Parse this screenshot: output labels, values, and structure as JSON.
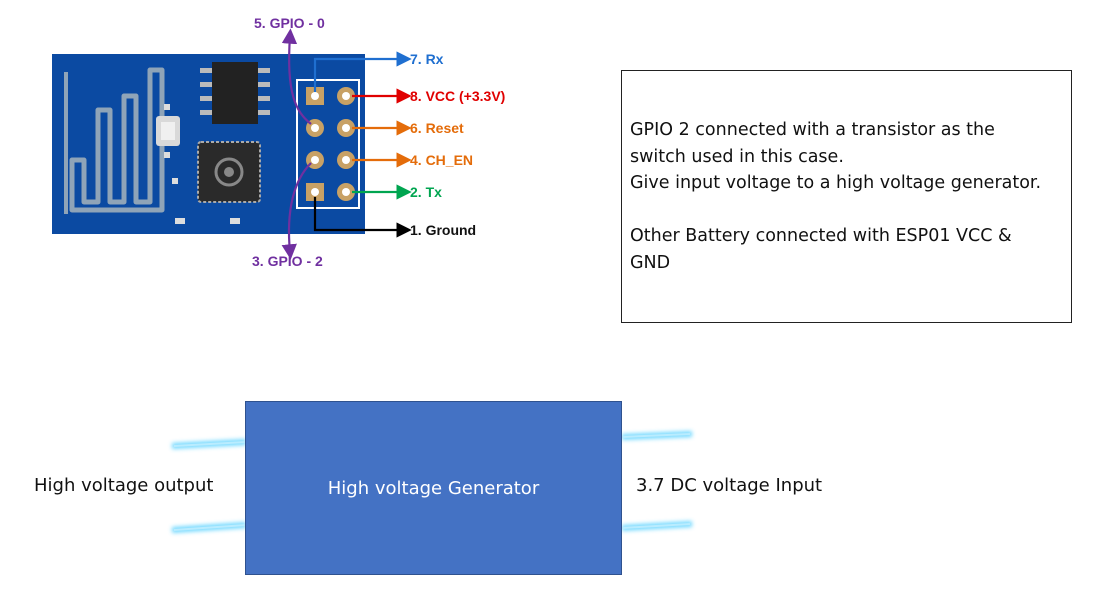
{
  "module": {
    "pins": {
      "gpio0": "5. GPIO - 0",
      "rx": "7. Rx",
      "vcc": "8. VCC (+3.3V)",
      "reset": "6. Reset",
      "ch_en": "4. CH_EN",
      "tx": "2. Tx",
      "ground": "1. Ground",
      "gpio2": "3. GPIO - 2"
    },
    "colors": {
      "board": "#0b4aa2",
      "purple": "#7030a0",
      "blue": "#1f6fd0",
      "red": "#e00000",
      "orange": "#e46c0a",
      "green": "#00a550",
      "black": "#000000"
    }
  },
  "note": {
    "lines": [
      "GPIO 2 connected with a transistor as the",
      "switch used in this case.",
      "Give input voltage to a high voltage generator.",
      "",
      "Other Battery connected with ESP01 VCC &",
      "GND"
    ]
  },
  "generator": {
    "label": "High voltage Generator",
    "output_label": "High voltage output",
    "input_label": "3.7 DC voltage Input"
  }
}
